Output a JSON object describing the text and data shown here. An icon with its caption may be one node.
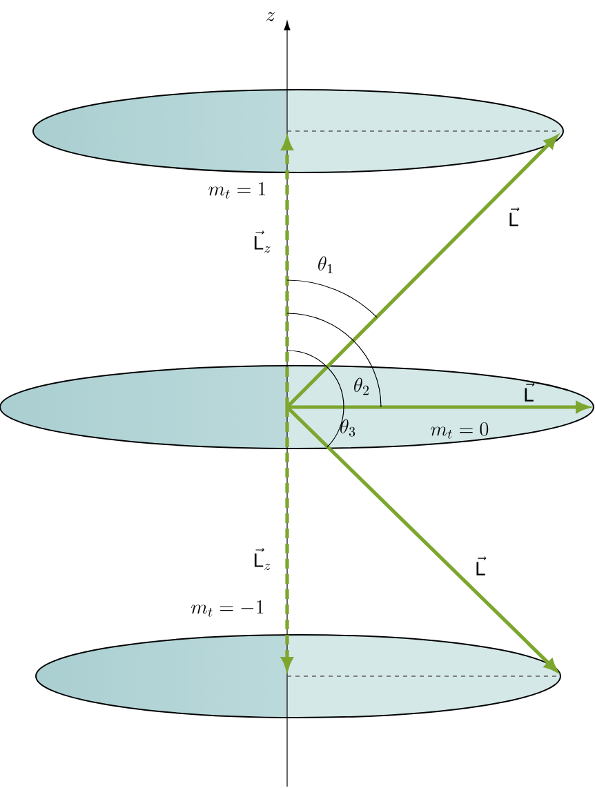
{
  "diagram": {
    "labels": [
      "z",
      "m_t = 1",
      "\\vec{\\mathrm{L}}",
      "\\vec{\\mathrm{L}}_z",
      "\\theta_1",
      "\\theta_2",
      "\\vec{\\mathrm{L}}",
      "\\theta_3",
      "m_t = 0",
      "\\vec{\\mathrm{L}}_z",
      "\\vec{\\mathrm{L}}",
      "m_t = -1"
    ]
  }
}
